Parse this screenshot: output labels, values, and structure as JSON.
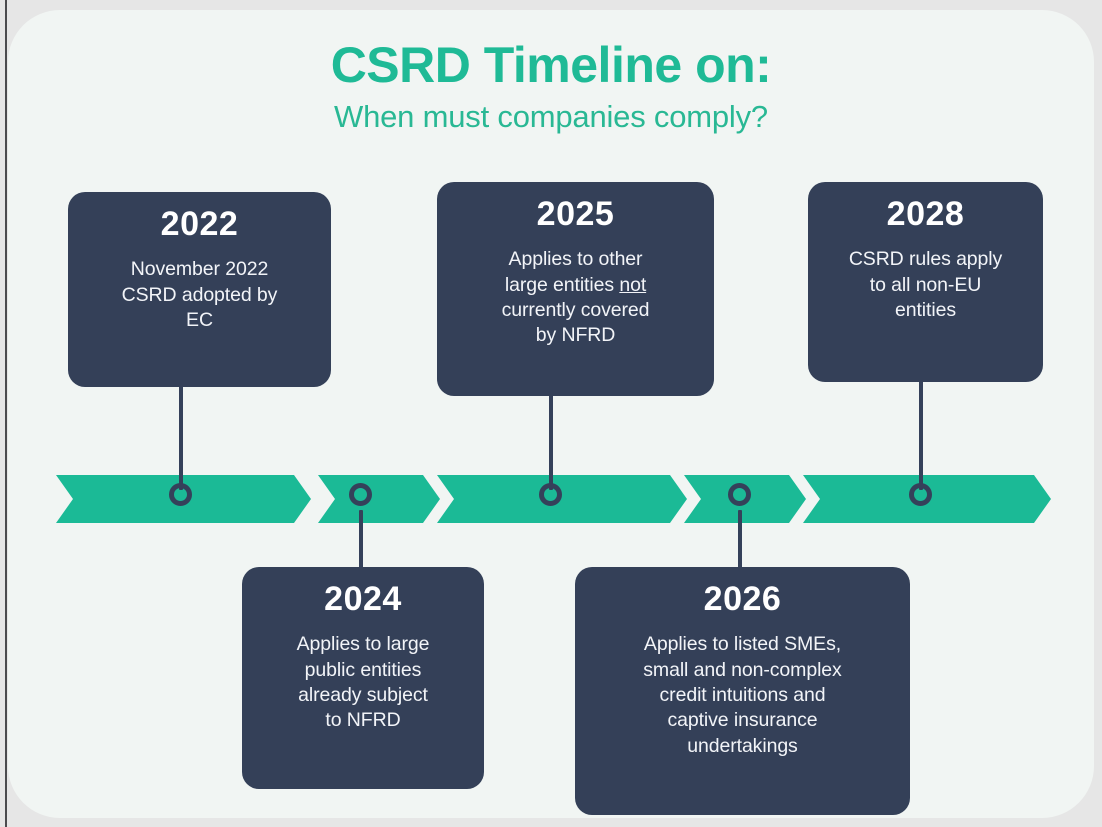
{
  "infographic": {
    "title": "CSRD Timeline on:",
    "subtitle": "When must companies comply?",
    "accent_color": "#1bba96",
    "card_color": "#344058",
    "panel_color": "#f1f5f3",
    "page_color": "#e6e6e6"
  },
  "timeline": {
    "segment_count": 5,
    "marker_count": 5
  },
  "milestones": [
    {
      "year": "2022",
      "description_line1": "November 2022",
      "description_line2": "CSRD adopted by",
      "description_line3": "EC",
      "position": "above"
    },
    {
      "year": "2024",
      "description_line1": "Applies to large",
      "description_line2": "public entities",
      "description_line3": "already subject",
      "description_line4": "to NFRD",
      "position": "below"
    },
    {
      "year": "2025",
      "description_line1": "Applies to other",
      "description_line2_pre": "large entities ",
      "description_line2_emphasis": "not",
      "description_line3": "currently covered",
      "description_line4": "by NFRD",
      "position": "above"
    },
    {
      "year": "2026",
      "description_line1": "Applies to listed SMEs,",
      "description_line2": "small and non-complex",
      "description_line3": "credit intuitions and",
      "description_line4": "captive insurance",
      "description_line5": "undertakings",
      "position": "below"
    },
    {
      "year": "2028",
      "description_line1": "CSRD rules apply",
      "description_line2": "to all non-EU",
      "description_line3": "entities",
      "position": "above"
    }
  ]
}
